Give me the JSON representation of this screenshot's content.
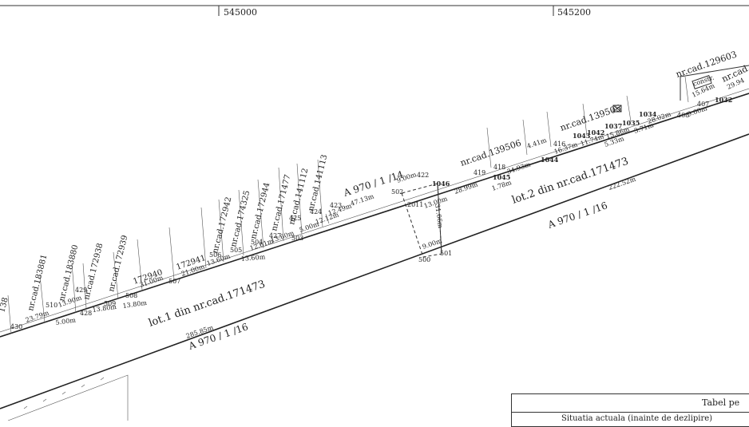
{
  "grid": {
    "x1": "545000",
    "x2": "545200"
  },
  "roads": {
    "upper": "A 970 / 1 /14",
    "lower_left": "A 970 / 1 /16",
    "lower_right": "A 970 / 1 /16"
  },
  "lots": {
    "lot1": "lot.1 din nr.cad.171473",
    "lot2": "lot.2 din nr.cad.171473"
  },
  "lengths": {
    "l_285": "285.85m",
    "l_222": "222.52m",
    "l_47": "47.13m",
    "l_12_49": "12.49m",
    "l_12_12": "12.12m",
    "l_5_00a": "5.00m",
    "l_13_60a": "13.60m",
    "l_12_61": "12.61m",
    "l_13_60b": "13.60m",
    "l_13_60c": "13.60m",
    "l_21": "21.00m",
    "l_31": "31.00m",
    "l_13_80a": "13.80m",
    "l_13_80b": "13.80m",
    "l_13_90": "13.90m",
    "l_5_00b": "5.00m",
    "l_23_79": "23.79m",
    "l_9_00a": "9.00m",
    "l_13_00": "13.00m",
    "l_31_06": "31.06m",
    "l_9_00b": "9.00m",
    "l_28_99": "28.99m",
    "l_1_78": "1.78m",
    "l_34_93": "34.93m",
    "l_4_41": "4.41m",
    "l_16_37": "16.37m",
    "l_11_74": "11.74m",
    "l_15_86": "15.86m",
    "l_5_33": "5.33m",
    "l_3_71": "3.71m",
    "l_28_02": "28.02m",
    "l_9_00c": "9.00m",
    "l_15_64": "15.64m",
    "l_29_94": "29.94"
  },
  "points": {
    "p430": "430",
    "p510": "510",
    "p429": "429",
    "p428": "428",
    "p509": "509",
    "p508": "508",
    "p507": "507",
    "p506": "506",
    "p505": "505",
    "p504": "504",
    "p503": "503",
    "p427": "427",
    "p424": "424",
    "p425": "425",
    "p423": "423",
    "p502": "502",
    "p422": "422",
    "p2011": "2011",
    "p500": "500",
    "p501": "501",
    "p1046": "1046",
    "p419": "419",
    "p418": "418",
    "p1045": "1045",
    "p1044": "1044",
    "p416": "416",
    "p1043": "1043",
    "p1042": "1042",
    "p1037": "1037",
    "p1035": "1035",
    "p1034": "1034",
    "p408": "408",
    "p407": "407",
    "p1032": "1032"
  },
  "parcels": {
    "c138": "138",
    "c183881": "nr.cad.183881",
    "c183880": "nr.cad.183880",
    "c172938": "nr.cad.172938",
    "c172939": "nr.cad.172939",
    "c172940": "172940",
    "c172941": "172941",
    "c172942": "nr.cad.172942",
    "c174325": "nr.cad.174325",
    "c172944": "nr.cad.172944",
    "c171477": "nr.cad.171477",
    "c141112": "nr.cad.141112",
    "c141113": "nr.cad.141113",
    "c139506": "nr.cad.139506",
    "c139505": "nr.cad.139505",
    "c129603": "nr.cad.129603",
    "c_right": "nr.cad.",
    "construction": "constr."
  },
  "legend": {
    "title": "Tabel pe",
    "subtitle": "Situatia actuala (inainte de dezlipire)"
  }
}
